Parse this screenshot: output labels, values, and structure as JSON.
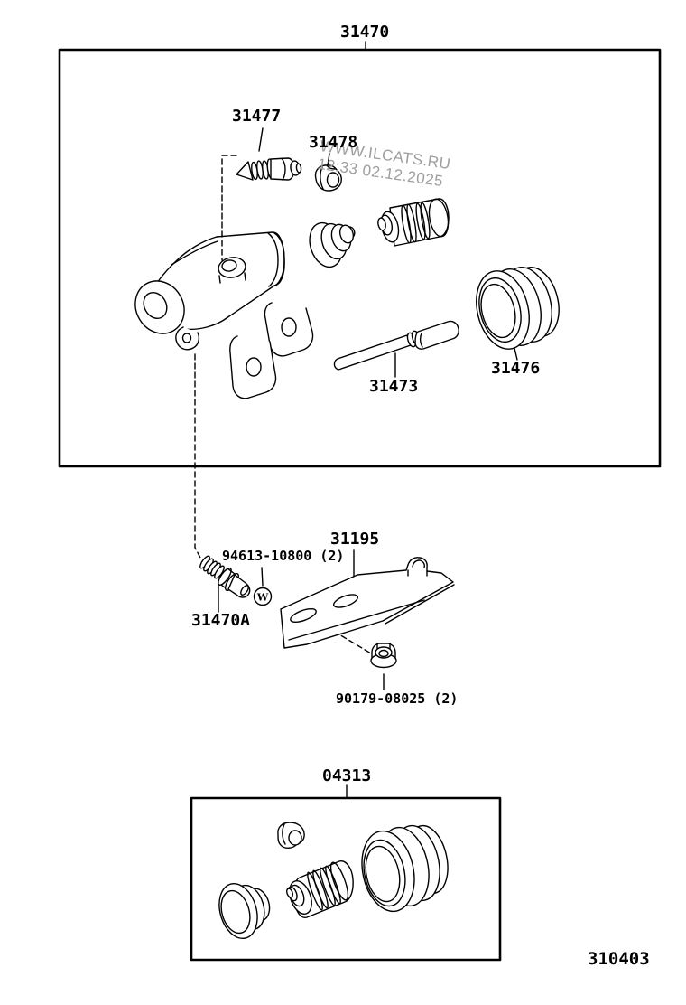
{
  "watermark": {
    "line1": "WWW.ILCATS.RU",
    "line2": "12:33 02.12.2025"
  },
  "diagram": {
    "code": "310403",
    "assembly": {
      "label": "31470",
      "parts": {
        "bleeder_plug": "31477",
        "cap": "31478",
        "push_rod": "31473",
        "boot": "31476"
      }
    },
    "mounting": {
      "washer": "94613-10800 (2)",
      "washer_symbol": "W",
      "bracket": "31195",
      "stud": "31470A",
      "nut": "90179-08025 (2)"
    },
    "repair_kit": {
      "label": "04313"
    }
  }
}
